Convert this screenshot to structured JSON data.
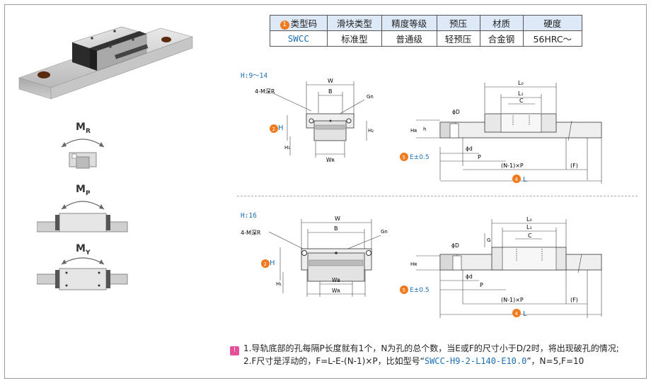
{
  "table": {
    "headers": [
      "类型码",
      "滑块类型",
      "精度等级",
      "预压",
      "材质",
      "硬度"
    ],
    "header_badge": "1",
    "row": [
      "SWCC",
      "标准型",
      "普通级",
      "轻预压",
      "合金钢",
      "56HRC～"
    ]
  },
  "moments": [
    {
      "main": "M",
      "sub": "R"
    },
    {
      "main": "M",
      "sub": "P"
    },
    {
      "main": "M",
      "sub": "Y"
    }
  ],
  "sections": [
    {
      "label": "H:9～14",
      "cross": {
        "w": "W",
        "b": "B",
        "gn": "Gn",
        "m": "4-M深R",
        "h": "H",
        "h2": "H₂",
        "h1": "H₁",
        "wr": "Wʀ",
        "badge": "2"
      },
      "side": {
        "l0": "L₀",
        "l1": "L₁",
        "c": "C",
        "phiD": "ϕD",
        "h": "h",
        "hr": "Hʀ",
        "phid": "ϕd",
        "p": "P",
        "e": "E±0.5",
        "e_badge": "5",
        "np": "(N-1)×P",
        "f": "(F)",
        "l": "L",
        "l_badge": "4"
      }
    },
    {
      "label": "H:16",
      "cross": {
        "w": "W",
        "b": "B",
        "gn": "Gn",
        "m": "4-M深R",
        "h": "H",
        "h1": "H₁",
        "wb": "Wʙ",
        "wr": "Wʀ",
        "badge": "2"
      },
      "side": {
        "l0": "L₀",
        "g": "G",
        "l1": "L₁",
        "c": "C",
        "phiD": "ϕD",
        "hr": "Hʀ",
        "phid": "ϕd",
        "p": "P",
        "e": "E±0.5",
        "e_badge": "5",
        "np": "(N-1)×P",
        "f": "(F)",
        "l": "L",
        "l_badge": "4"
      }
    }
  ],
  "notes": {
    "line1": "1.导轨底部的孔每隔P长度就有1个，N为孔的总个数，当E或F的尺寸小于D/2时，将出现破孔的情况;",
    "line2_pre": "2.F尺寸是浮动的，F=L-E-(N-1)×P，比如型号“",
    "line2_example": "SWCC-H9-2-L140-E10.0",
    "line2_post": "”，N=5,F=10"
  },
  "colors": {
    "accent": "#1a6fb5",
    "badge": "#f07a1e",
    "header_bg": "#dde9f7",
    "note_icon": "#e4519a"
  }
}
